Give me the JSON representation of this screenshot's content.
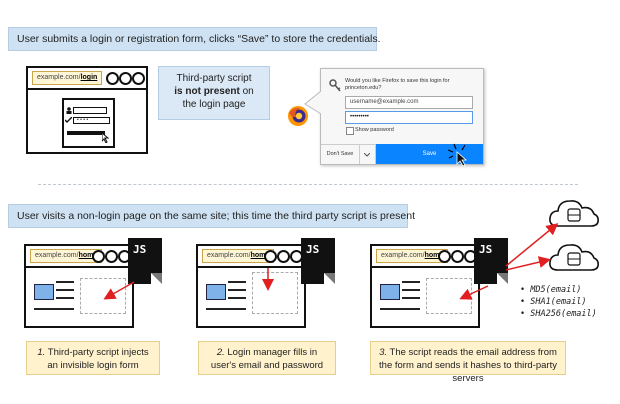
{
  "top_banner": "User submits a login or registration form, clicks “Save” to store the credentials.",
  "second_banner": "User visits a non-login page on the same site; this time the third party script is present",
  "login_browser": {
    "url_prefix": "example.com/",
    "url_path": "login"
  },
  "callout": {
    "line1": "Third-party script",
    "line2_bold": "is not present",
    "line2_rest": " on",
    "line3": "the login page"
  },
  "firefox_dialog": {
    "prompt_line1": "Would you like Firefox to save this login for",
    "prompt_line2": "princeton.edu?",
    "username": "username@example.com",
    "password": "•••••••••",
    "show_password": "Show password",
    "dont_save": "Don't Save",
    "save": "Save"
  },
  "panels": [
    {
      "url_prefix": "example.com/",
      "url_path": "home",
      "js_label": "JS",
      "caption_num": "1.",
      "caption_text": "Third-party script injects an invisible login form"
    },
    {
      "url_prefix": "example.com/",
      "url_path": "home",
      "js_label": "JS",
      "caption_num": "2.",
      "caption_text": "Login manager fills in user's email and password"
    },
    {
      "url_prefix": "example.com/",
      "url_path": "home",
      "js_label": "JS",
      "caption_num": "3.",
      "caption_text": "The script reads the email address from the form and sends it hashes to third-party servers"
    }
  ],
  "hashes": [
    "MD5(email)",
    "SHA1(email)",
    "SHA256(email)"
  ],
  "colors": {
    "banner": "#cfe2f3",
    "caption": "#fff2cc",
    "arrow": "#e02020",
    "firefox_save": "#0a84ff"
  },
  "icons": [
    "firefox-logo-icon",
    "key-icon",
    "cloud-server-icon",
    "mouse-cursor-icon",
    "image-icon",
    "user-icon"
  ]
}
